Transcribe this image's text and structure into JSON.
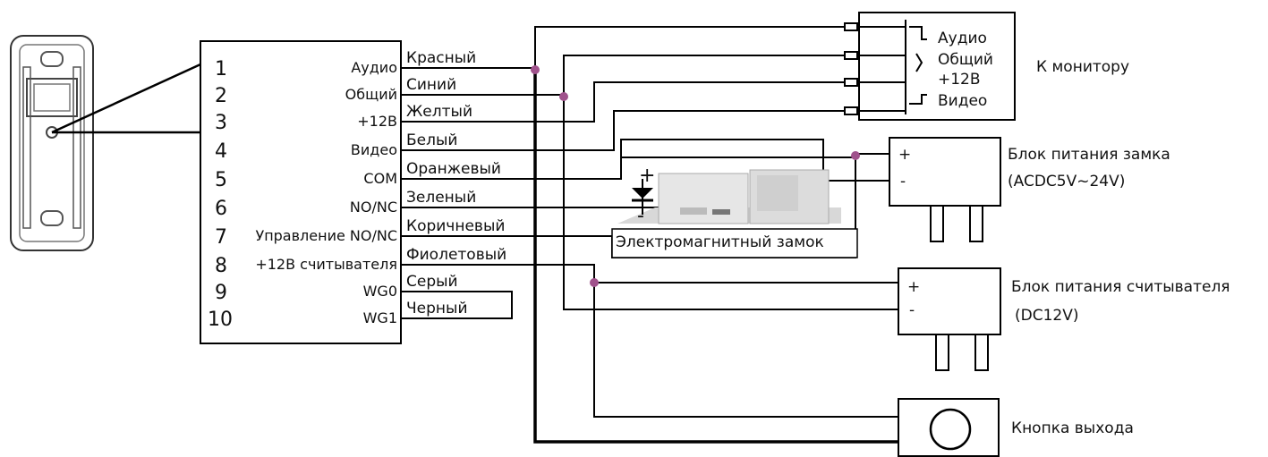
{
  "terminal_numbers": [
    "1",
    "2",
    "3",
    "4",
    "5",
    "6",
    "7",
    "8",
    "9",
    "10"
  ],
  "terminal_labels": [
    "Аудио",
    "Общий",
    "+12В",
    "Видео",
    "COM",
    "NO/NC",
    "Управление NO/NC",
    "+12В считывателя",
    "WG0",
    "WG1"
  ],
  "wire_colors": [
    "Красный",
    "Синий",
    "Желтый",
    "Белый",
    "Оранжевый",
    "Зеленый",
    "Коричневый",
    "Фиолетовый",
    "Серый",
    "Черный"
  ],
  "monitor": {
    "pins": [
      "Аудио",
      "Общий",
      "+12В",
      "Видео"
    ],
    "label": "К монитору"
  },
  "lock_psu": {
    "title": "Блок питания замка",
    "spec": "(ACDC5V~24V)",
    "plus": "+",
    "minus": "-"
  },
  "lock": {
    "label": "Электромагнитный замок",
    "plus": "+",
    "minus": "-"
  },
  "reader_psu": {
    "title": "Блок питания считывателя",
    "spec": "(DC12V)",
    "plus": "+",
    "minus": "-"
  },
  "exit_button": {
    "label": "Кнопка выхода"
  },
  "colors": {
    "junction": "#a0528c",
    "line": "#000000"
  }
}
